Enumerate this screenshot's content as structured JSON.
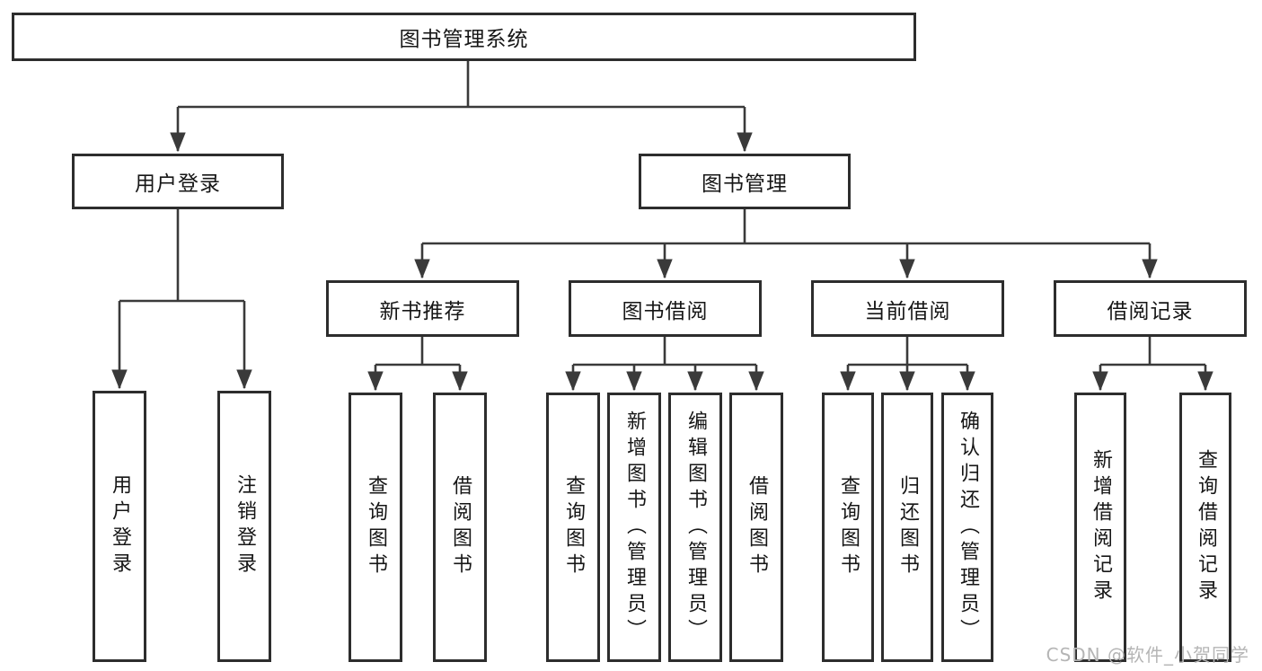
{
  "diagram": {
    "root": {
      "label": "图书管理系统",
      "children": [
        {
          "label": "用户登录",
          "children": [
            {
              "label": "用户登录"
            },
            {
              "label": "注销登录"
            }
          ]
        },
        {
          "label": "图书管理",
          "children": [
            {
              "label": "新书推荐",
              "children": [
                {
                  "label": "查询图书"
                },
                {
                  "label": "借阅图书"
                }
              ]
            },
            {
              "label": "图书借阅",
              "children": [
                {
                  "label": "查询图书"
                },
                {
                  "label": "新增图书（管理员）"
                },
                {
                  "label": "编辑图书（管理员）"
                },
                {
                  "label": "借阅图书"
                }
              ]
            },
            {
              "label": "当前借阅",
              "children": [
                {
                  "label": "查询图书"
                },
                {
                  "label": "归还图书"
                },
                {
                  "label": "确认归还（管理员）"
                }
              ]
            },
            {
              "label": "借阅记录",
              "children": [
                {
                  "label": "新增借阅记录"
                },
                {
                  "label": "查询借阅记录"
                }
              ]
            }
          ]
        }
      ]
    }
  },
  "watermark": {
    "text": "CSDN @软件_小贺同学"
  },
  "colors": {
    "line": "#3a3a3a",
    "box_border": "#2d2d2d",
    "text": "#161616",
    "watermark": "#b5b5b5",
    "background": "#ffffff"
  }
}
